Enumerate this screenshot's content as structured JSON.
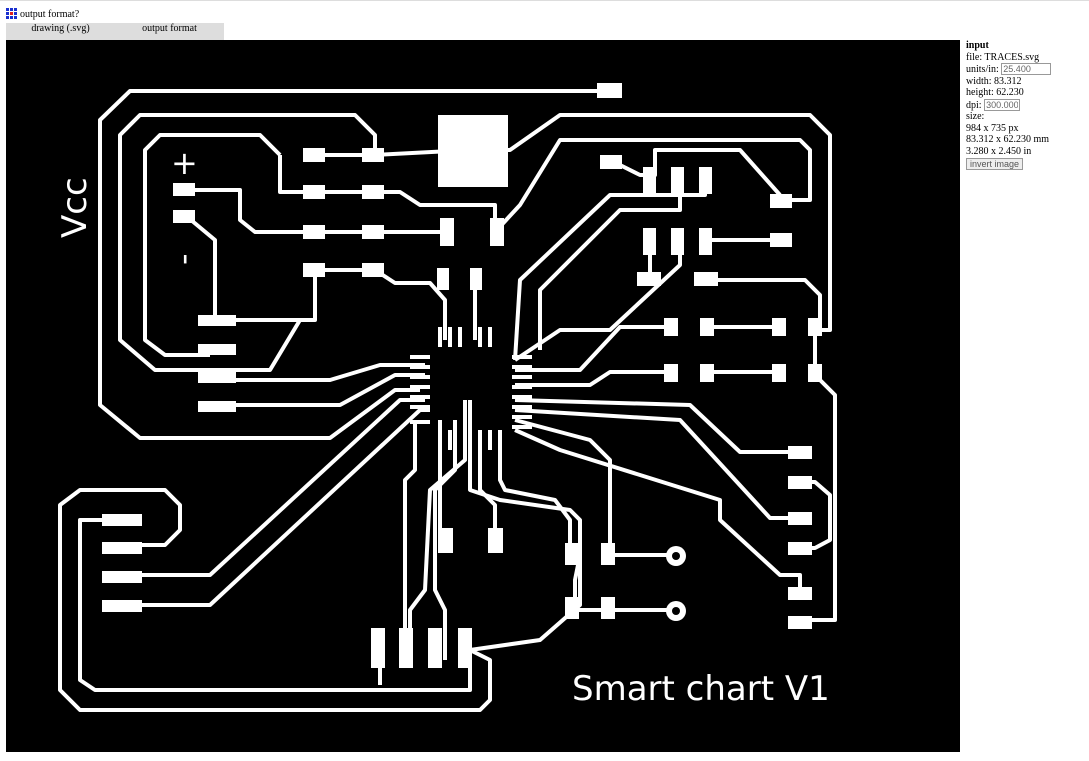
{
  "header": {
    "title": "output format?",
    "logo_icon": "fab-modules-grid-icon"
  },
  "tabs": [
    {
      "label": "drawing (.svg)"
    },
    {
      "label": "output format"
    }
  ],
  "board": {
    "vcc": "Vcc",
    "plus": "+",
    "minus": "-",
    "label": "Smart chart V1"
  },
  "panel": {
    "heading": "input",
    "file": "file: TRACES.svg",
    "units_label": "units/in:",
    "units_value": "25.400",
    "width": "width: 83.312",
    "height": "height: 62.230",
    "dpi_label": "dpi:",
    "dpi_value": "300.000",
    "size_label": "size:",
    "size_px": "984 x 735 px",
    "size_mm": "83.312 x 62.230 mm",
    "size_in": "3.280 x 2.450 in",
    "invert_label": "invert image"
  }
}
